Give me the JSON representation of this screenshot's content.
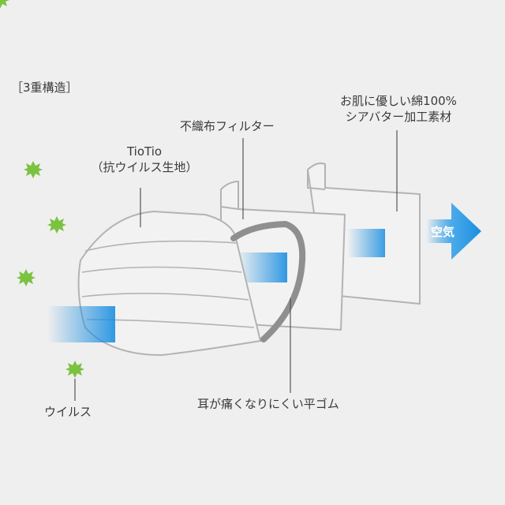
{
  "section_title": "［3重構造］",
  "labels": {
    "tiotio_line1": "TioTio",
    "tiotio_line2": "（抗ウイルス生地）",
    "filter": "不織布フィルター",
    "inner_line1": "お肌に優しい綿100%",
    "inner_line2": "シアバター加工素材",
    "earband": "耳が痛くなりにくい平ゴム",
    "virus": "ウイルス",
    "air": "空気"
  },
  "colors": {
    "background": "#efefef",
    "mask_fill": "#f2f2f2",
    "outline": "#b3b3b3",
    "earband": "#8f8f8f",
    "virus": "#7cc241",
    "air_arrow": "#1a8ee0",
    "text": "#3a3a3a"
  },
  "icons": [
    "virus-icon",
    "air-arrow-icon"
  ]
}
